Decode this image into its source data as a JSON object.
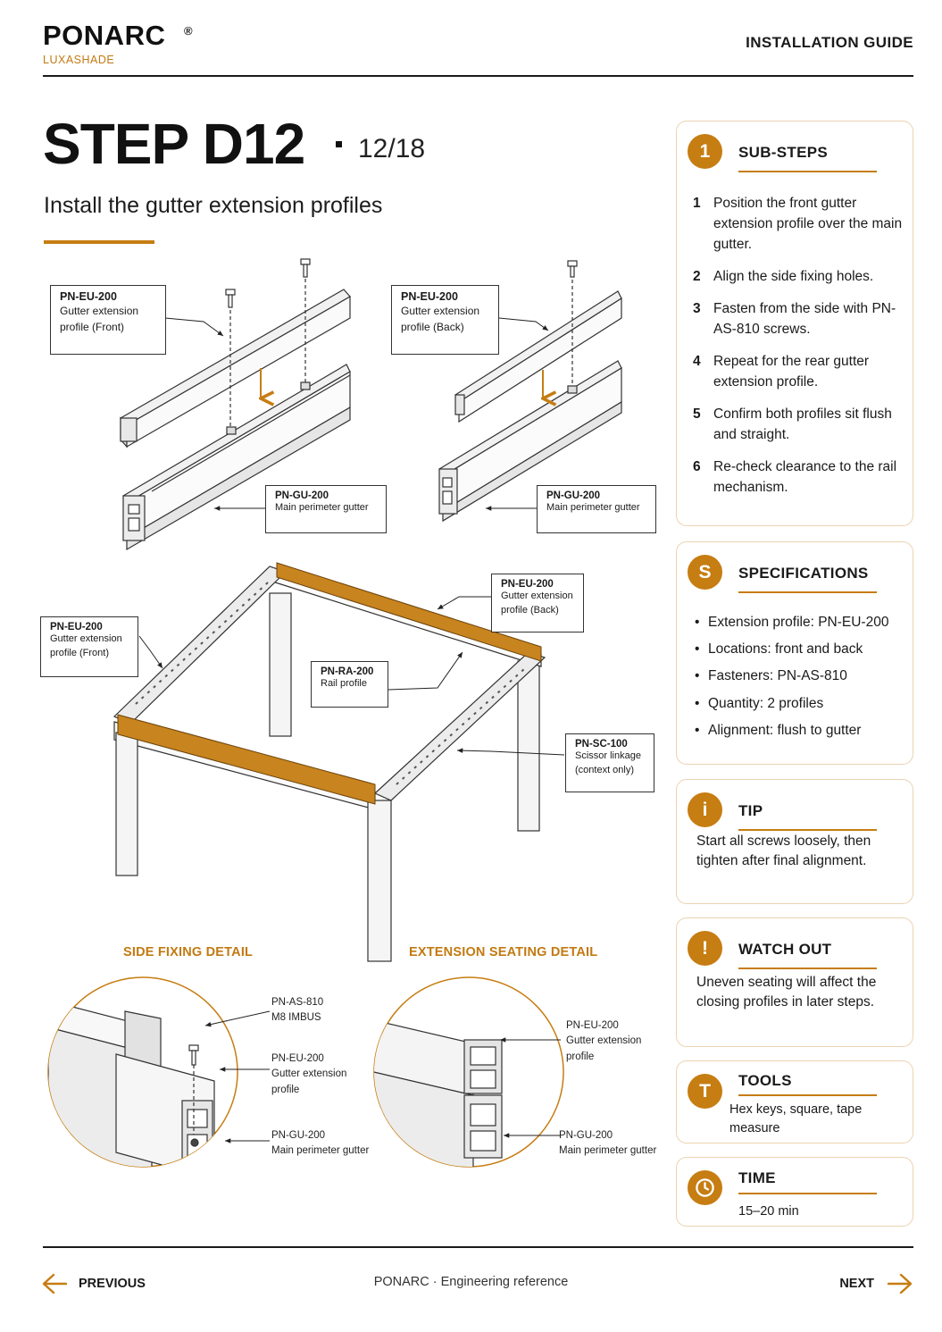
{
  "header": {
    "brand": "PONARC",
    "registered": "®",
    "brand_sub": "LUXASHADE",
    "doc_type": "INSTALLATION GUIDE"
  },
  "title": {
    "step": "STEP D12",
    "count": "12/18",
    "subtitle": "Install the gutter extension profiles"
  },
  "diagram": {
    "callouts": {
      "top_left_eu": {
        "code": "PN-EU-200",
        "desc": "Gutter extension\nprofile (Front)"
      },
      "top_right_eu": {
        "code": "PN-EU-200",
        "desc": "Gutter extension\nprofile (Back)"
      },
      "top_left_gu": {
        "code": "PN-GU-200",
        "desc": "Main perimeter gutter"
      },
      "top_right_gu": {
        "code": "PN-GU-200",
        "desc": "Main perimeter gutter"
      },
      "frame_eu_back": {
        "code": "PN-EU-200",
        "desc": "Gutter extension\nprofile (Back)"
      },
      "frame_eu_front": {
        "code": "PN-EU-200",
        "desc": "Gutter extension\nprofile (Front)"
      },
      "frame_ra": {
        "code": "PN-RA-200",
        "desc": "Rail profile"
      },
      "frame_sc": {
        "code": "PN-SC-100",
        "desc": "Scissor linkage\n(context only)"
      }
    },
    "details": {
      "side_title": "SIDE FIXING DETAIL",
      "seating_title": "EXTENSION SEATING DETAIL",
      "side_labels": {
        "screw": "PN-AS-810\nM8 IMBUS",
        "eu": "PN-EU-200\nGutter extension\nprofile",
        "gu": "PN-GU-200\nMain perimeter gutter"
      },
      "seating_labels": {
        "eu": "PN-EU-200\nGutter extension\nprofile",
        "gu": "PN-GU-200\nMain perimeter gutter"
      }
    }
  },
  "cards": {
    "substeps": {
      "badge": "1",
      "title": "SUB-STEPS",
      "items": [
        {
          "n": "1",
          "text": "Position the front gutter extension profile over the main gutter."
        },
        {
          "n": "2",
          "text": "Align the side fixing holes."
        },
        {
          "n": "3",
          "text": "Fasten from the side with PN-AS-810 screws."
        },
        {
          "n": "4",
          "text": "Repeat for the rear gutter extension profile."
        },
        {
          "n": "5",
          "text": "Confirm both profiles sit flush and straight."
        },
        {
          "n": "6",
          "text": "Re-check clearance to the rail mechanism."
        }
      ]
    },
    "specs": {
      "badge": "S",
      "title": "SPECIFICATIONS",
      "bullet": "•",
      "items": [
        "Extension profile: PN-EU-200",
        "Locations: front and back",
        "Fasteners: PN-AS-810",
        "Quantity: 2 profiles",
        "Alignment: flush to gutter"
      ]
    },
    "tip": {
      "badge": "i",
      "title": "TIP",
      "body": "Start all screws loosely, then tighten after final alignment."
    },
    "watch": {
      "badge": "!",
      "title": "WATCH OUT",
      "body": "Uneven seating will affect the closing profiles in later steps."
    },
    "tools": {
      "badge": "T",
      "title": "TOOLS",
      "body": "Hex keys, square, tape measure"
    },
    "time": {
      "icon": "clock-icon",
      "title": "TIME",
      "body": "15–20 min"
    }
  },
  "footer": {
    "prev": "PREVIOUS",
    "next": "NEXT",
    "center": "PONARC  ·  Engineering reference"
  },
  "colors": {
    "accent": "#c67d12",
    "card_border": "#ecd3b2",
    "text": "#1a1a1a",
    "profile_fill": "#c8841e"
  }
}
